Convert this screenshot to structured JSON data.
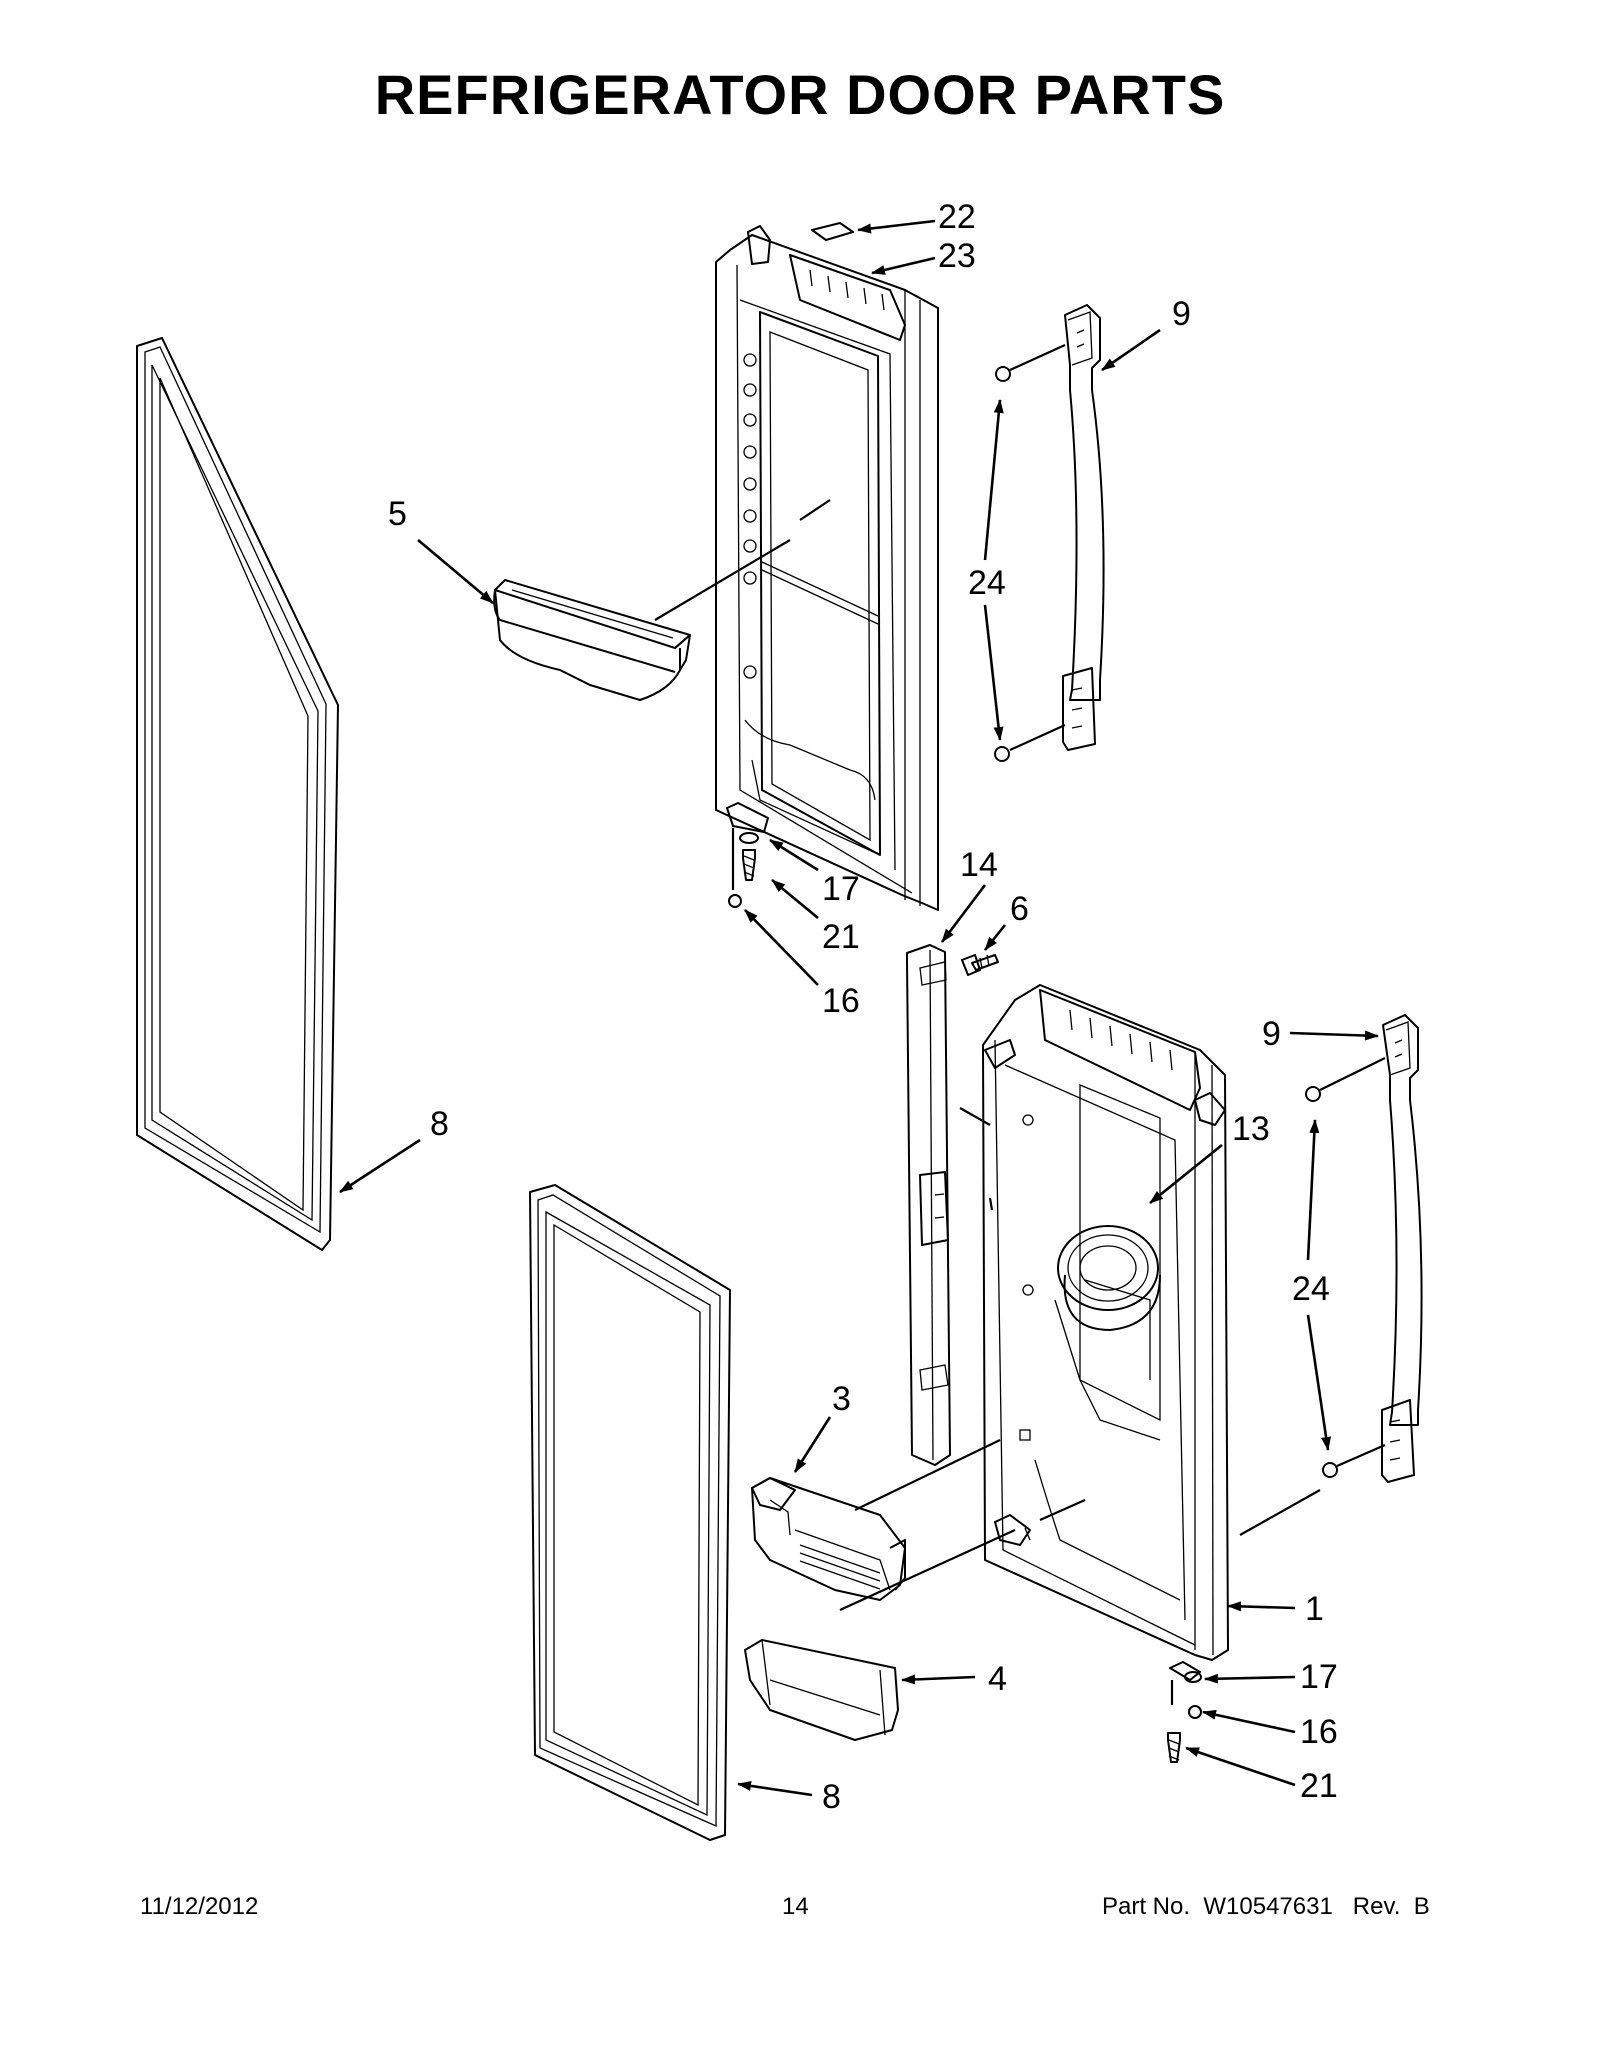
{
  "title": "REFRIGERATOR DOOR PARTS",
  "footer": {
    "date": "11/12/2012",
    "page": "14",
    "part_no": "Part No.  W10547631   Rev.  B"
  },
  "callouts": [
    {
      "id": "c22",
      "label": "22"
    },
    {
      "id": "c23",
      "label": "23"
    },
    {
      "id": "c9a",
      "label": "9"
    },
    {
      "id": "c5",
      "label": "5"
    },
    {
      "id": "c24a",
      "label": "24"
    },
    {
      "id": "c14",
      "label": "14"
    },
    {
      "id": "c6",
      "label": "6"
    },
    {
      "id": "c17a",
      "label": "17"
    },
    {
      "id": "c21a",
      "label": "21"
    },
    {
      "id": "c16a",
      "label": "16"
    },
    {
      "id": "c9b",
      "label": "9"
    },
    {
      "id": "c8a",
      "label": "8"
    },
    {
      "id": "c13",
      "label": "13"
    },
    {
      "id": "c24b",
      "label": "24"
    },
    {
      "id": "c3",
      "label": "3"
    },
    {
      "id": "c1",
      "label": "1"
    },
    {
      "id": "c4",
      "label": "4"
    },
    {
      "id": "c17b",
      "label": "17"
    },
    {
      "id": "c16b",
      "label": "16"
    },
    {
      "id": "c21b",
      "label": "21"
    },
    {
      "id": "c8b",
      "label": "8"
    }
  ]
}
